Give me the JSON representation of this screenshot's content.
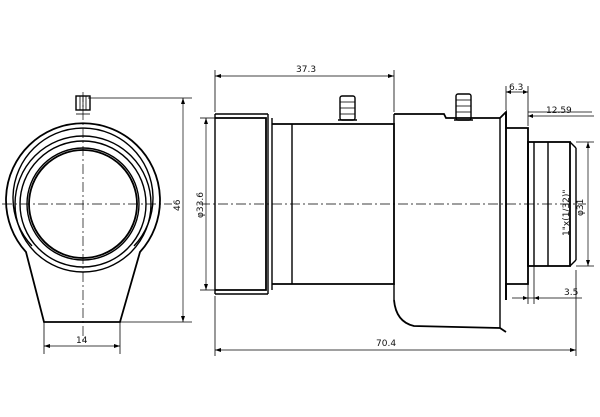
{
  "dimensions": {
    "front_width": "14",
    "front_height": "46",
    "barrel_length": "37.3",
    "total_length": "70.4",
    "front_diameter": "φ33.6",
    "mount_diameter": "φ31",
    "thread": "1\"x(1/32)\"",
    "rear_offset": "6.3",
    "flange_back": "12.59",
    "mount_depth": "3.5"
  }
}
